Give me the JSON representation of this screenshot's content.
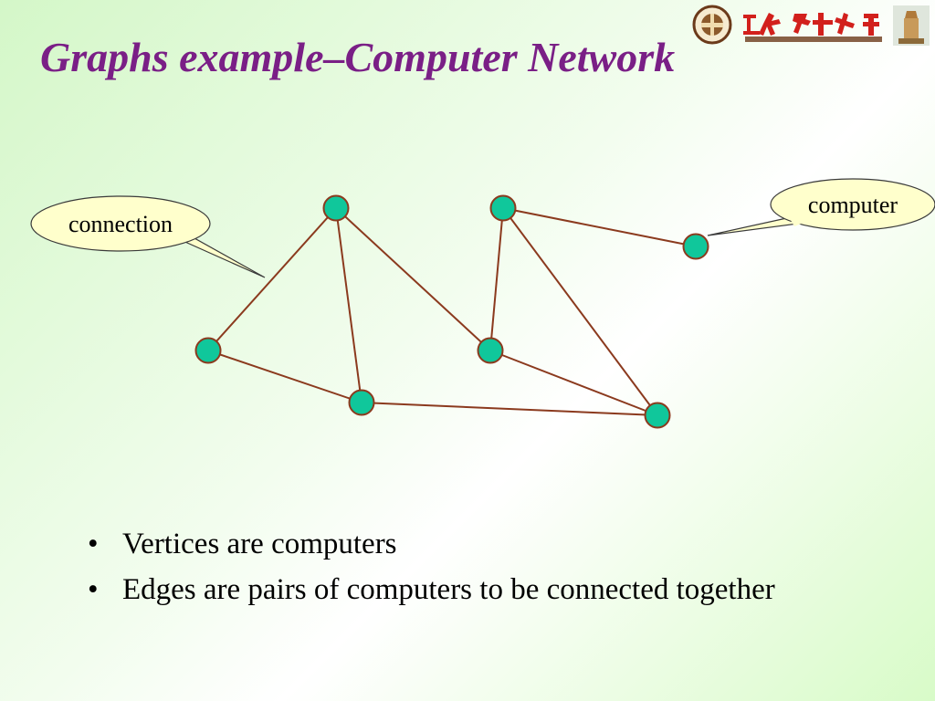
{
  "slide": {
    "title": "Graphs example–Computer Network",
    "title_color": "#7a1f86",
    "background_color": "#e8fbe2",
    "logo_icon": "university-logo-icon"
  },
  "diagram": {
    "vertices": [
      "v1",
      "v2",
      "v3",
      "v4",
      "v5",
      "v6",
      "v7"
    ],
    "edges": [
      [
        "v1",
        "v4"
      ],
      [
        "v1",
        "v5"
      ],
      [
        "v1",
        "v6"
      ],
      [
        "v2",
        "v6"
      ],
      [
        "v2",
        "v7"
      ],
      [
        "v2",
        "v3"
      ],
      [
        "v4",
        "v5"
      ],
      [
        "v5",
        "v7"
      ],
      [
        "v6",
        "v7"
      ]
    ],
    "node_color": "#10c79b",
    "node_stroke_color": "#8b3a1e",
    "edge_color": "#8b3a1e",
    "callout_fill": "#ffffcc",
    "callouts": {
      "connection": "connection",
      "computer": "computer"
    }
  },
  "bullets": {
    "marker": "•",
    "items": [
      "Vertices are computers",
      "Edges are pairs of computers to be connected together"
    ]
  }
}
